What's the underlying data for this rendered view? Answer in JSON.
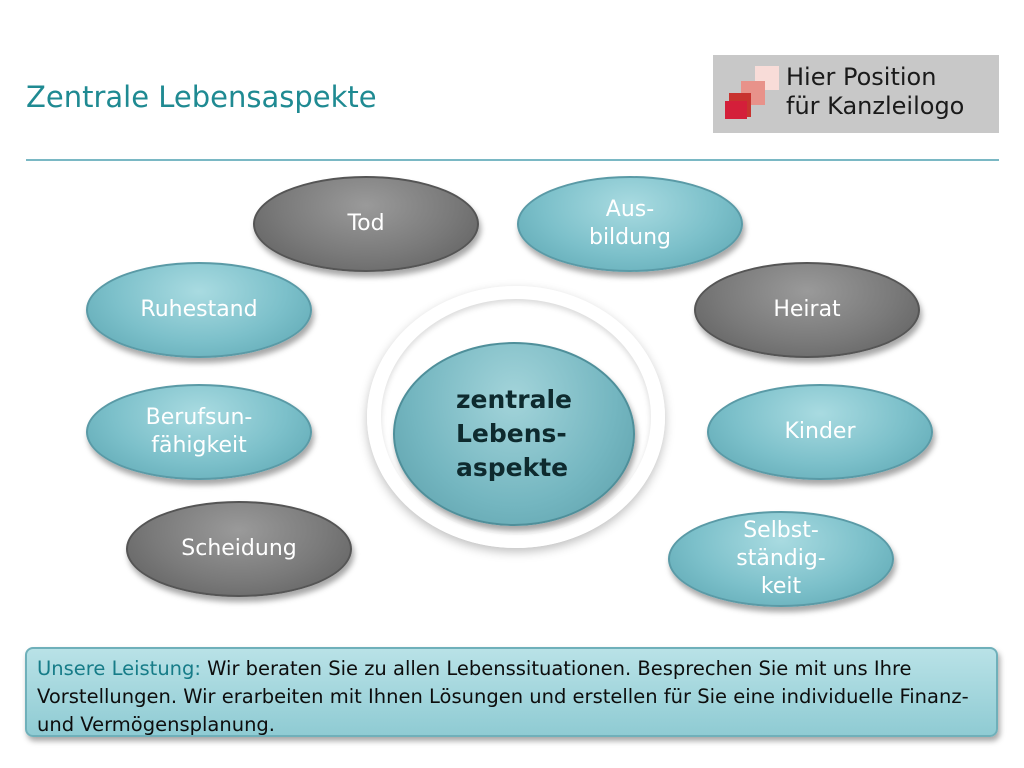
{
  "title": "Zentrale Lebensaspekte",
  "logo": {
    "line1": "Hier Position",
    "line2": "für Kanzleilogo",
    "colors": [
      "#f8dcd8",
      "#e8928a",
      "#c8332f",
      "#d41f3a"
    ]
  },
  "center": {
    "line1": "zentrale",
    "line2": "Lebens-",
    "line3": "aspekte"
  },
  "aspects": {
    "tod": {
      "lines": [
        "Tod"
      ]
    },
    "ausbildung": {
      "lines": [
        "Aus-",
        "bildung"
      ]
    },
    "ruhestand": {
      "lines": [
        "Ruhestand"
      ]
    },
    "heirat": {
      "lines": [
        "Heirat"
      ]
    },
    "berufsunfaehigkeit": {
      "lines": [
        "Berufsun-",
        "fähigkeit"
      ]
    },
    "kinder": {
      "lines": [
        "Kinder"
      ]
    },
    "scheidung": {
      "lines": [
        "Scheidung"
      ]
    },
    "selbststaendigkeit": {
      "lines": [
        "Selbst-",
        "ständig-",
        "keit"
      ]
    }
  },
  "info": {
    "lead": "Unsere Leistung:",
    "text": " Wir beraten Sie zu allen Lebenssituationen. Besprechen Sie mit uns Ihre Vorstellungen. Wir erarbeiten mit Ihnen Lösungen und erstellen für Sie eine individuelle Finanz- und Vermögensplanung."
  },
  "colors": {
    "title": "#1f8a92",
    "teal_oval": "#7cc0ca",
    "gray_oval": "#7a7a7a",
    "info_bg": "#a7d8de"
  }
}
